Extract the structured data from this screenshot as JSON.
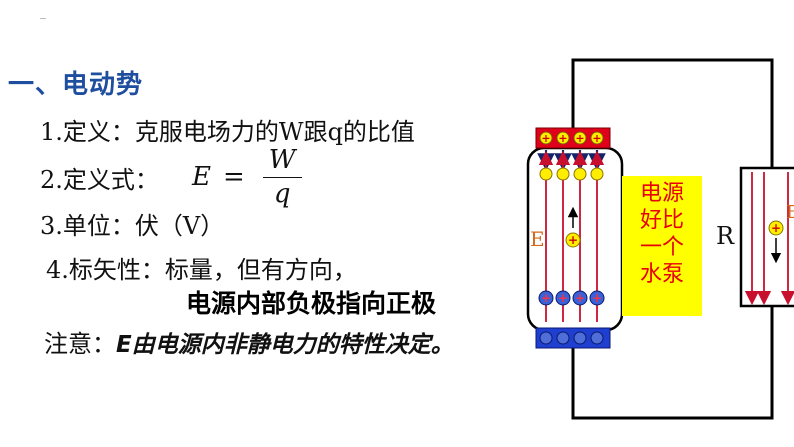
{
  "title": "一、电动势",
  "items": {
    "definition": "1.定义：克服电场力的W跟q的比值",
    "formula_label": "2.定义式：",
    "formula_lhs": "E",
    "formula_eq": "=",
    "formula_num": "W",
    "formula_den": "q",
    "unit": "3.单位：伏（V）",
    "vector": "4.标矢性：标量，但有方向，"
  },
  "emphasis": "电源内部负极指向正极",
  "note_label": "注意：",
  "note_text": "E由电源内非静电力的特性决定。",
  "diagram": {
    "e_label_source": "E",
    "e_label_resistor": "E",
    "resistor_label": "R",
    "pump_text": [
      "电源",
      "好比",
      "一个",
      "水泵"
    ],
    "positive_sign": "+",
    "colors": {
      "positive_plate": "#e0001b",
      "negative_plate": "#1e3fd0",
      "charge_yellow": "#ffee00",
      "field_red": "#c8102e",
      "arrow_navy": "#14236b"
    }
  }
}
